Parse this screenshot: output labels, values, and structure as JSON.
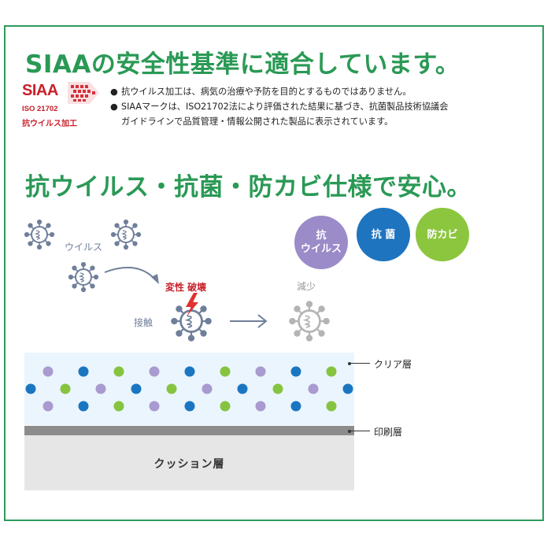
{
  "headings": {
    "siaa": "SIAAの安全性基準に適合しています。",
    "feature": "抗ウイルス・抗菌・防カビ仕様で安心。"
  },
  "logo": {
    "main": "SIAA",
    "iso": "ISO 21702",
    "sub": "抗ウイルス加工"
  },
  "notes": {
    "line1": "抗ウイルス加工は、病気の治療や予防を目的とするものではありません。",
    "line2": "SIAAマークは、ISO21702法により評価された結果に基づき、抗菌製品技術協議会",
    "line3": "ガイドラインで品質管理・情報公開された製品に表示されています。"
  },
  "badges": [
    {
      "line1": "抗",
      "line2": "ウイルス",
      "color": "#9b8bc8"
    },
    {
      "line1": "抗 菌",
      "line2": "",
      "color": "#1f74bf"
    },
    {
      "line1": "防カビ",
      "line2": "",
      "color": "#8cc63e"
    }
  ],
  "diagram": {
    "virus_label": "ウイルス",
    "damage_label": "変性 破壊",
    "contact_label": "接触",
    "reduce_label": "減少",
    "dot_colors": {
      "purple": "#a99ad0",
      "blue": "#1b76c2",
      "green": "#86c440"
    }
  },
  "layers": {
    "clear": "クリア層",
    "print": "印刷層",
    "cushion": "クッション層"
  },
  "colors": {
    "green": "#2a9955",
    "red": "#c8202a",
    "virus": "#6f7f9a",
    "virus_faded": "#b4b4b4"
  }
}
